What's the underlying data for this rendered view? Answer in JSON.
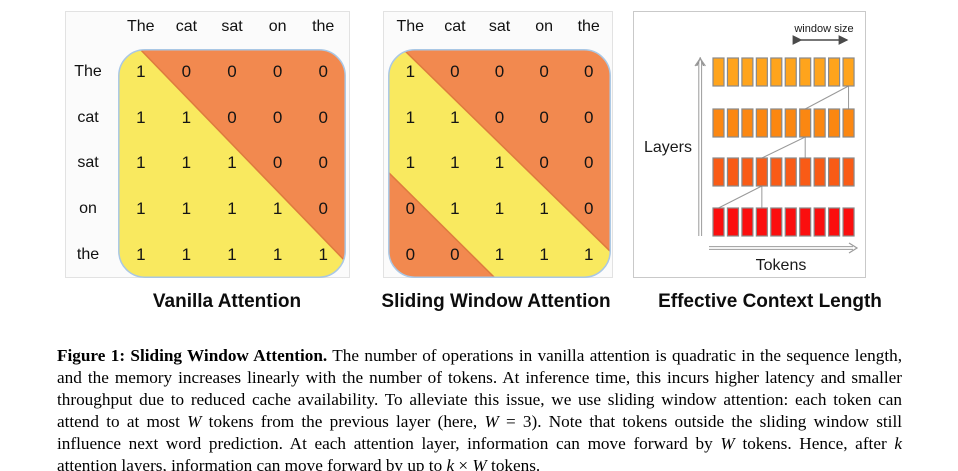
{
  "colors": {
    "matrix_yellow": "#F9E95F",
    "matrix_orange": "#F2894F",
    "matrix_diag_stroke": "#DE7B3E",
    "matrix_border": "#A9C7E5",
    "bar_stroke": "#8A8A8A",
    "connector_gray": "#999999",
    "axis_gray": "#8F8F8F",
    "window_arrow_gray": "#4A4A4A"
  },
  "panels": {
    "vanilla": {
      "label": "Vanilla Attention",
      "col_tokens": [
        "The",
        "cat",
        "sat",
        "on",
        "the"
      ],
      "row_tokens": [
        "The",
        "cat",
        "sat",
        "on",
        "the"
      ],
      "matrix": [
        [
          1,
          0,
          0,
          0,
          0
        ],
        [
          1,
          1,
          0,
          0,
          0
        ],
        [
          1,
          1,
          1,
          0,
          0
        ],
        [
          1,
          1,
          1,
          1,
          0
        ],
        [
          1,
          1,
          1,
          1,
          1
        ]
      ]
    },
    "sliding": {
      "label": "Sliding Window Attention",
      "col_tokens": [
        "The",
        "cat",
        "sat",
        "on",
        "the"
      ],
      "matrix": [
        [
          1,
          0,
          0,
          0,
          0
        ],
        [
          1,
          1,
          0,
          0,
          0
        ],
        [
          1,
          1,
          1,
          0,
          0
        ],
        [
          0,
          1,
          1,
          1,
          0
        ],
        [
          0,
          0,
          1,
          1,
          1
        ]
      ]
    },
    "context": {
      "label": "Effective Context Length",
      "window_size_label": "window size",
      "layers_axis_label": "Layers",
      "tokens_axis_label": "Tokens",
      "bars_per_row": 10,
      "row_colors_top_to_bottom": [
        "#FFA41C",
        "#FB8711",
        "#F95B16",
        "#FB0E0E"
      ],
      "connections": [
        {
          "from_bar": 1,
          "to_bar": 4,
          "lower_row": 4,
          "upper_row": 3
        },
        {
          "from_bar": 4,
          "to_bar": 7,
          "lower_row": 3,
          "upper_row": 2
        },
        {
          "from_bar": 7,
          "to_bar": 10,
          "lower_row": 2,
          "upper_row": 1
        }
      ]
    }
  },
  "caption": {
    "segments": [
      {
        "text": "Figure 1: Sliding Window Attention.",
        "style": "bold"
      },
      {
        "text": " The number of operations in vanilla attention is quadratic in the sequence length, and the memory increases linearly with the number of tokens. At inference time, this incurs higher latency and smaller throughput due to reduced cache availability. To alleviate this issue, we use sliding window attention: each token can attend to at most ",
        "style": "normal"
      },
      {
        "text": "W",
        "style": "math"
      },
      {
        "text": " tokens from the previous layer (here, ",
        "style": "normal"
      },
      {
        "text": "W",
        "style": "math"
      },
      {
        "text": " = 3). Note that tokens outside the sliding window still influence next word prediction. At each attention layer, information can move forward by ",
        "style": "normal"
      },
      {
        "text": "W",
        "style": "math"
      },
      {
        "text": " tokens. Hence, after ",
        "style": "normal"
      },
      {
        "text": "k",
        "style": "math"
      },
      {
        "text": " attention layers, information can move forward by up to ",
        "style": "normal"
      },
      {
        "text": "k",
        "style": "math"
      },
      {
        "text": " × ",
        "style": "normal"
      },
      {
        "text": "W",
        "style": "math"
      },
      {
        "text": " tokens.",
        "style": "normal"
      }
    ]
  }
}
